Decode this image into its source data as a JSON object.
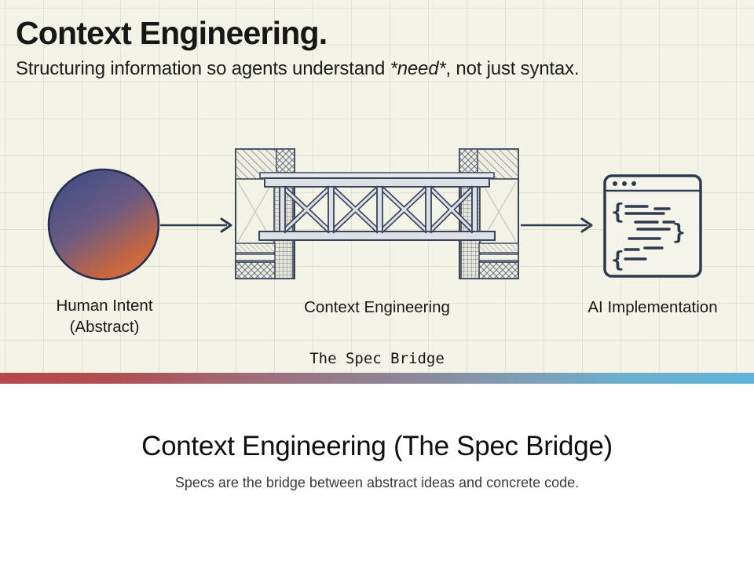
{
  "illustration": {
    "title": "Context Engineering.",
    "subtitle": {
      "prefix": "Structuring information so agents understand ",
      "emphasis": "*need*",
      "suffix": ", not just syntax."
    },
    "labels": {
      "left_line1": "Human Intent",
      "left_line2": "(Abstract)",
      "center": "Context Engineering",
      "right": "AI Implementation"
    },
    "caption": "The Spec Bridge",
    "code_icon": {
      "brace_open": "{",
      "brace_close": "}"
    },
    "colors": {
      "canvas_cream": "#f4f3e8",
      "ink": "#171717",
      "line_navy": "#2e3a4e",
      "circle_blue": "#3e4e86",
      "circle_orange": "#cd6a42",
      "truss_fill": "#dde1e6",
      "bar_red": "#b5484a",
      "bar_mid": "#8e8494",
      "bar_blue": "#5fb3d9"
    }
  },
  "footer": {
    "heading": "Context Engineering (The Spec Bridge)",
    "subheading": "Specs are the bridge between abstract ideas and concrete code."
  }
}
